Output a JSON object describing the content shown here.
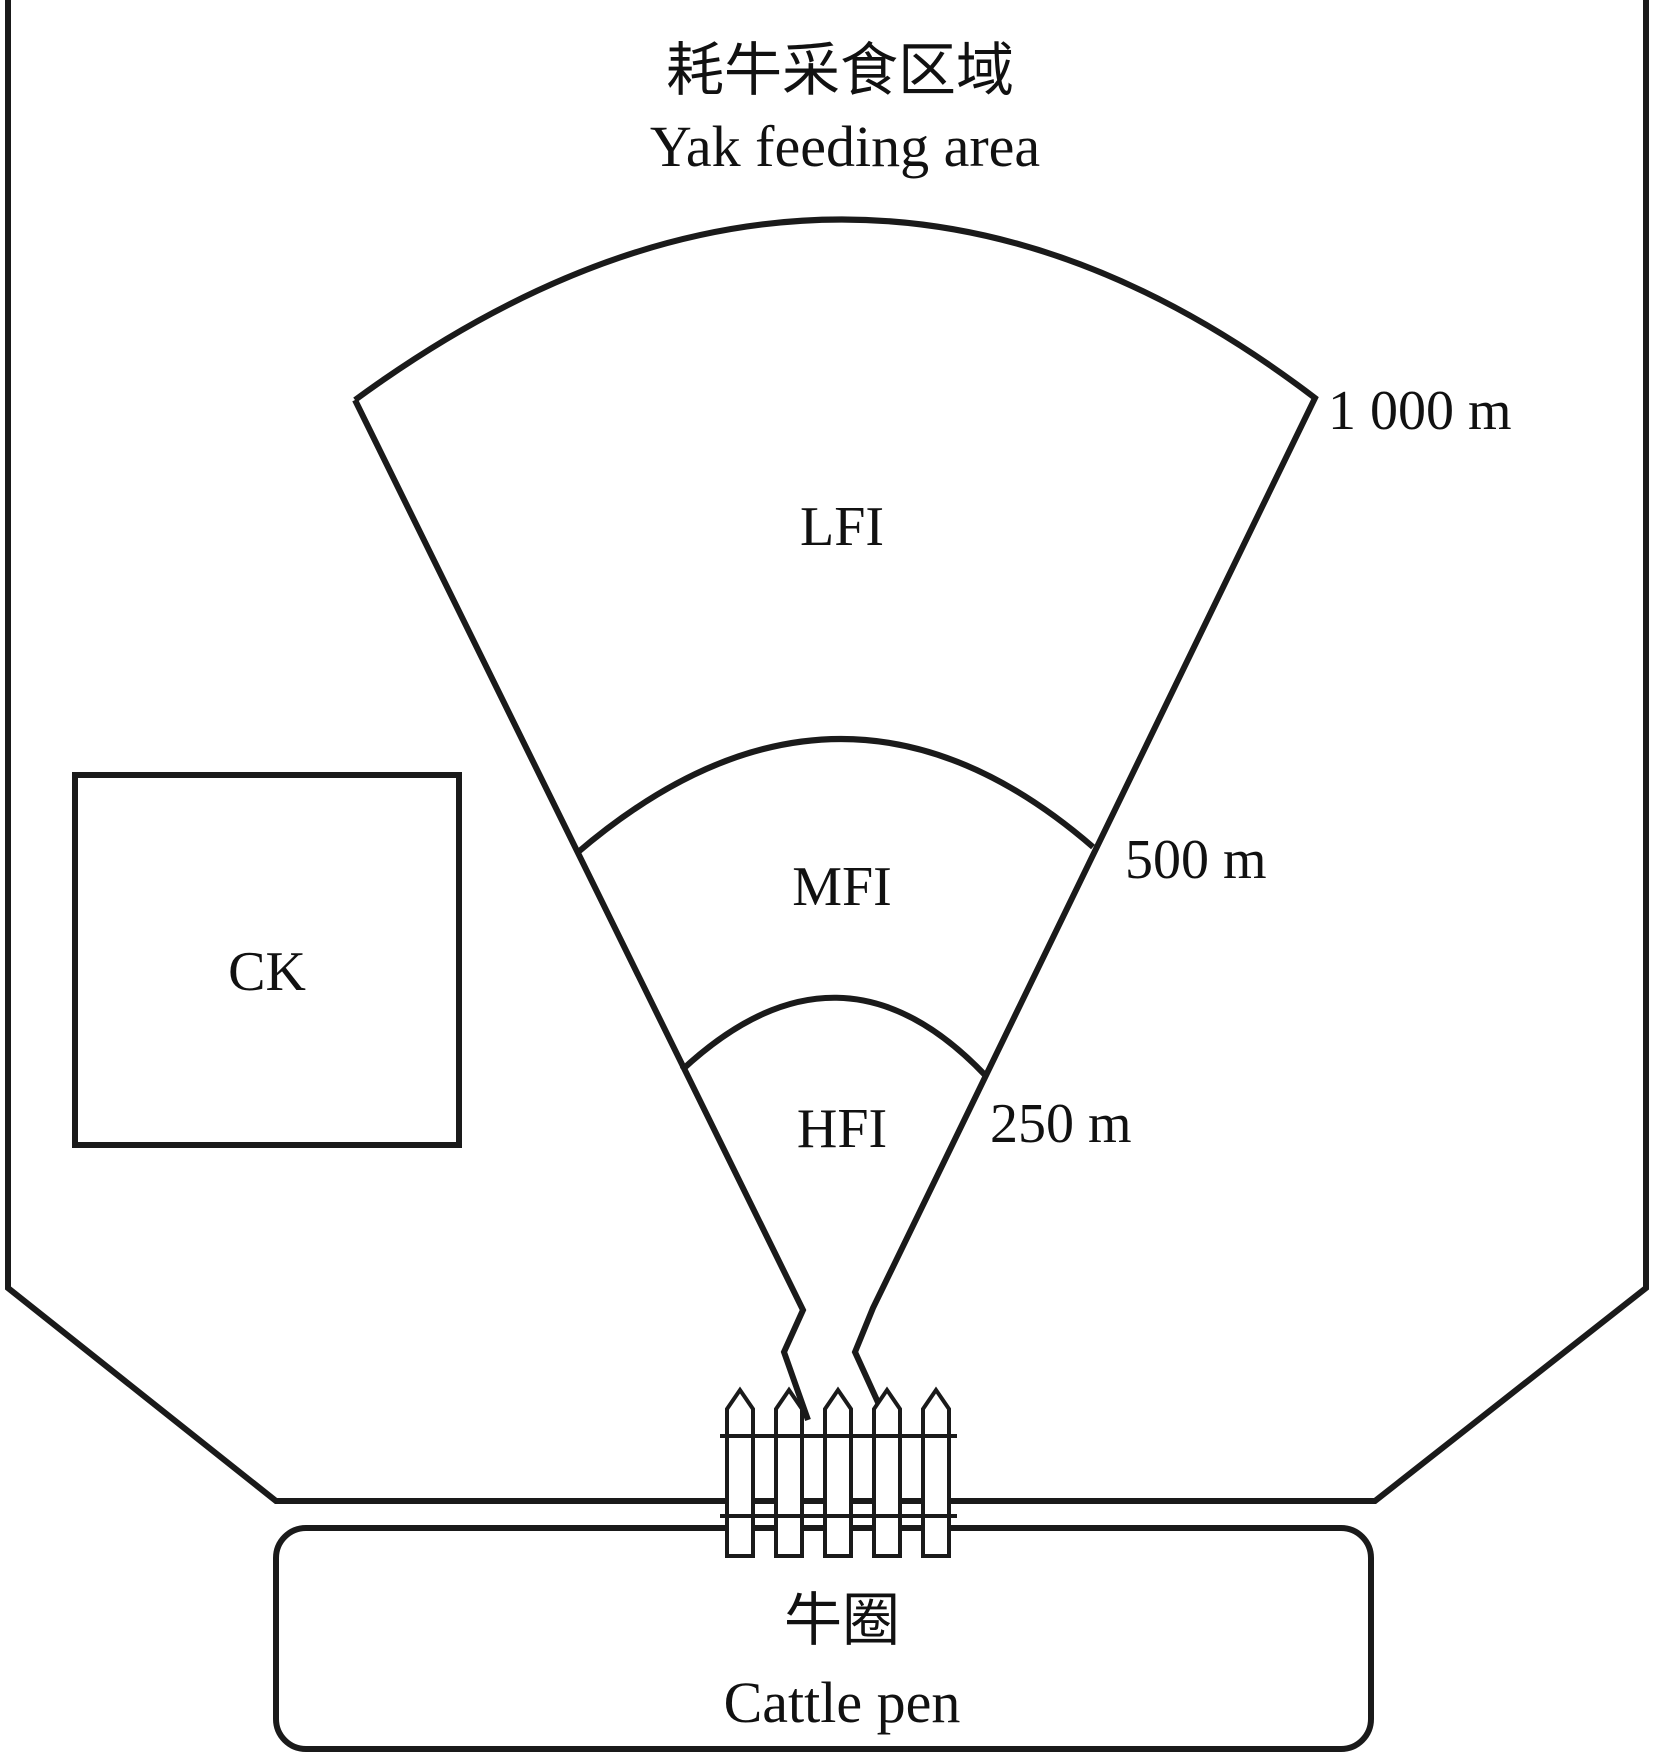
{
  "title": {
    "zh": "耗牛采食区域",
    "en": "Yak feeding area"
  },
  "zones": {
    "lfi": "LFI",
    "mfi": "MFI",
    "hfi": "HFI",
    "control": "CK"
  },
  "distances": {
    "d1000": "1 000 m",
    "d500": "500 m",
    "d250": "250 m"
  },
  "pen": {
    "zh": "牛圈",
    "en": "Cattle pen"
  }
}
